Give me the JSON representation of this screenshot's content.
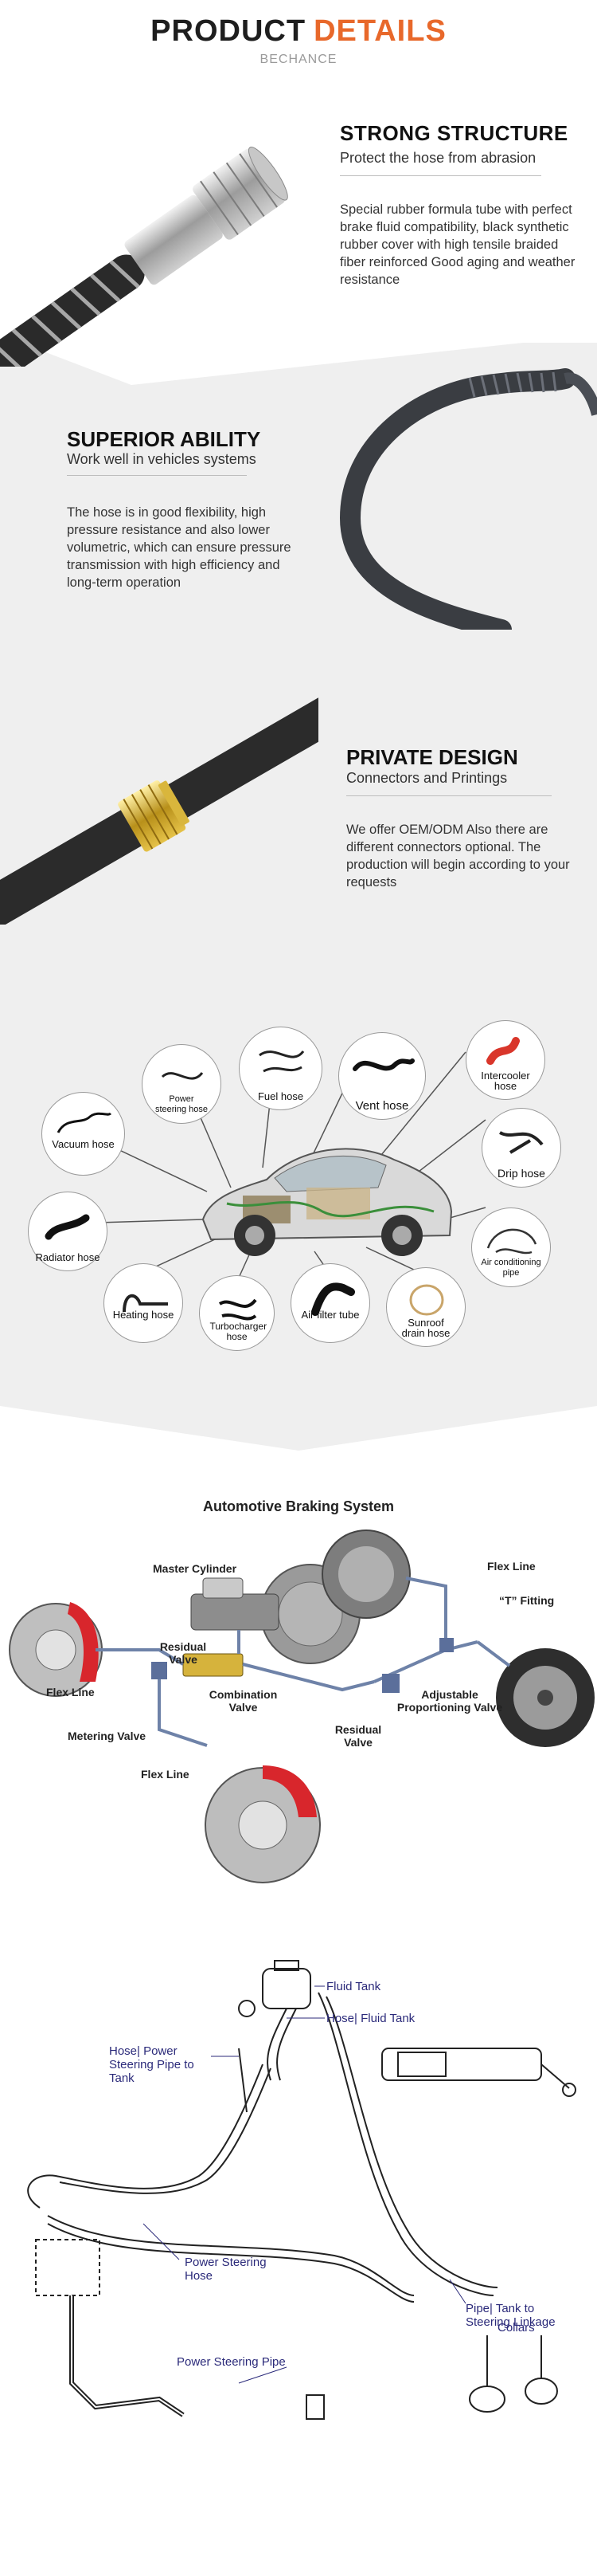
{
  "header": {
    "title_1": "PRODUCT",
    "title_2": "DETAILS",
    "subtitle": "BECHANCE"
  },
  "section1": {
    "heading": "STRONG STRUCTURE",
    "subheading": "Protect the hose from abrasion",
    "body": "Special rubber formula tube with perfect brake fluid compatibility, black synthetic rubber cover with high tensile braided fiber reinforced Good aging and weather resistance"
  },
  "section2": {
    "heading": "SUPERIOR ABILITY",
    "subheading": "Work well in vehicles systems",
    "body": "The hose is in good flexibility, high pressure resistance and also lower volumetric, which can ensure pressure transmission with high efficiency and long-term operation"
  },
  "section3": {
    "heading": "PRIVATE DESIGN",
    "subheading": "Connectors and Printings",
    "body": "We offer OEM/ODM Also there are different connectors optional. The production will begin according to your requests"
  },
  "hose_types": {
    "power_steering": "Power steering hose",
    "fuel": "Fuel hose",
    "vent": "Vent hose",
    "intercooler": "Intercooler hose",
    "vacuum": "Vacuum hose",
    "drip": "Drip hose",
    "radiator": "Radiator hose",
    "air_conditioning": "Air conditioning pipe",
    "heating": "Heating hose",
    "turbocharger": "Turbocharger hose",
    "air_filter": "Air filter tube",
    "sunroof": "Sunroof drain hose"
  },
  "braking": {
    "title": "Automotive Braking System",
    "labels": {
      "master_cylinder": "Master Cylinder",
      "flex_line_tr": "Flex Line",
      "t_fitting": "“T” Fitting",
      "residual_valve_1": "Residual Valve",
      "flex_line_l": "Flex Line",
      "combination_valve": "Combination Valve",
      "adjustable_valve": "Adjustable Proportioning Valve",
      "metering_valve": "Metering Valve",
      "residual_valve_2": "Residual Valve",
      "flex_line_b": "Flex Line"
    }
  },
  "steering": {
    "labels": {
      "fluid_tank": "Fluid Tank",
      "hose_fluid_tank": "Hose| Fluid Tank",
      "hose_power_steering_pipe": "Hose| Power Steering Pipe to Tank",
      "power_steering_hose": "Power Steering Hose",
      "pipe_tank": "Pipe| Tank to Steering Linkage",
      "collars": "Collars",
      "power_steering_pipe": "Power Steering Pipe"
    }
  },
  "colors": {
    "accent": "#e8682a",
    "band": "#efefef",
    "label_blue": "#2b2a7a",
    "caliper_red": "#d8262c"
  }
}
